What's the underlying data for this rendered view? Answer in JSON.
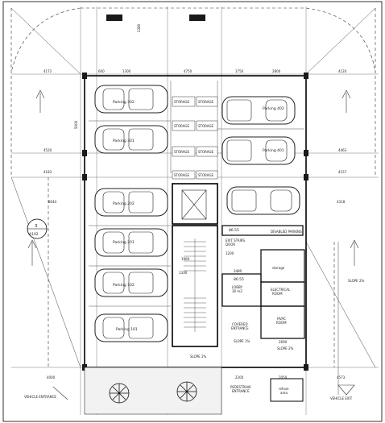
{
  "plan": {
    "section_marker": {
      "number": "3",
      "sheet": "A102"
    },
    "parking_labels": {
      "p302": "Parking 302",
      "p402": "Parking 402",
      "p301": "Parking 301",
      "p401": "Parking 401",
      "p202": "Parking 202",
      "p201": "Parking 201",
      "p102": "Parking 102",
      "p101": "Parking 101"
    },
    "storage_label": "STORAGE",
    "rooms": {
      "disabled_parking": "DISABLED PARKING",
      "exit_stair": "EXIT STAIRS",
      "exit_stair_sub": "DOOR",
      "storage": "storage",
      "lobby": "LOBBY",
      "lobby_area": "30 m2",
      "electrical": "ELECTRICAL",
      "electrical_sub": "ROOM",
      "hvac": "HVAC",
      "hvac_sub": "ROOM",
      "covered_entrance": "COVERED",
      "covered_entrance_sub": "ENTRANCE",
      "pedestrian_entrance": "PEDESTRIAN",
      "pedestrian_entrance_sub": "ENTRANCE",
      "refuse_area": "refuse",
      "refuse_area_sub": "area",
      "vehicle_entrance": "VEHICLE ENTRANCE",
      "vehicle_exit": "VEHICLE EXIT",
      "slope_left": "SLOPE 2%",
      "slope_right": "SLOPE 2%",
      "slope_mid": "SLOPE 2%",
      "slope_bottom": "SLOPE 1%"
    },
    "levels": {
      "l1": "86.55",
      "l2": "86.55"
    },
    "dims": {
      "top_2380": "2380",
      "top_4172": "4172",
      "top_600": "600",
      "top_1300": "1300",
      "top_4750": "4750",
      "top_1750": "1750",
      "top_2800": "2800",
      "top_4120": "4120",
      "left_4520": "4520",
      "right_4463": "4463",
      "left_4183": "4183",
      "right_4157": "4157",
      "left_8044": "8044",
      "right_4318": "4318",
      "d_5000": "5000",
      "d_1960": "1960",
      "d_1330": "1330",
      "d_3480": "3480",
      "d_1200": "1200",
      "d_2200": "2200",
      "d_2050": "2050",
      "d_4573": "4573",
      "d_4000": "4000",
      "d_2690": "2690"
    }
  }
}
